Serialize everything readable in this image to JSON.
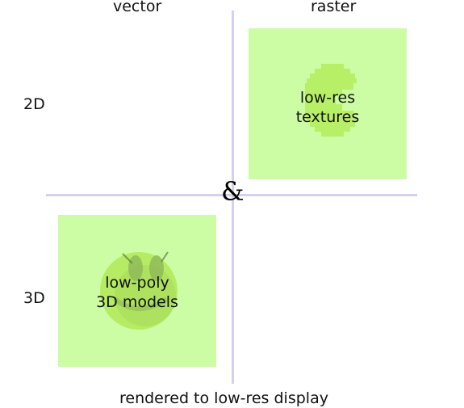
{
  "columns": {
    "vector": "vector",
    "raster": "raster"
  },
  "rows": {
    "two_d": "2D",
    "three_d": "3D"
  },
  "center_symbol": "&",
  "cells": {
    "raster_2d": {
      "line1": "low-res",
      "line2": "textures",
      "icon": "pixelated-pacman-icon"
    },
    "vector_3d": {
      "line1": "low-poly",
      "line2": "3D models",
      "icon": "smiley-ball-icon"
    }
  },
  "footer": "rendered to low-res display",
  "colors": {
    "box_fill": "#ccfca3",
    "axis_line": "#d4d1ee"
  }
}
